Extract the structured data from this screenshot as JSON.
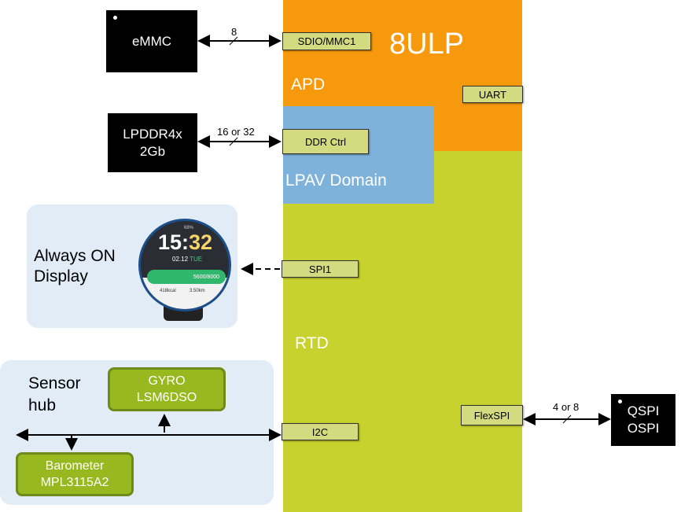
{
  "soc": {
    "title": "8ULP",
    "apd": "APD",
    "lpav": "LPAV Domain",
    "rtd": "RTD"
  },
  "ports": {
    "sdio": "SDIO/MMC1",
    "uart": "UART",
    "ddr": "DDR Ctrl",
    "spi1": "SPI1",
    "i2c": "I2C",
    "flexspi": "FlexSPI"
  },
  "devices": {
    "emmc": "eMMC",
    "lpddr_line1": "LPDDR4x",
    "lpddr_line2": "2Gb",
    "qspi_line1": "QSPI",
    "qspi_line2": "OSPI"
  },
  "buses": {
    "emmc_width": "8",
    "ddr_width": "16 or 32",
    "flexspi_width": "4 or 8"
  },
  "display": {
    "label_line1": "Always ON",
    "label_line2": "Display",
    "battery": "68%",
    "time_h": "15:",
    "time_m": "32",
    "date": "02.12",
    "day": "TUE",
    "steps": "5600/8000",
    "kcal": "418kcal",
    "distance": "3.50km"
  },
  "sensor_hub": {
    "label_line1": "Sensor",
    "label_line2": "hub",
    "gyro_line1": "GYRO",
    "gyro_line2": "LSM6DSO",
    "baro_line1": "Barometer",
    "baro_line2": "MPL3115A2"
  },
  "colors": {
    "apd": "#f7990c",
    "lpav": "#7fb2da",
    "rtd": "#c8d22e"
  }
}
